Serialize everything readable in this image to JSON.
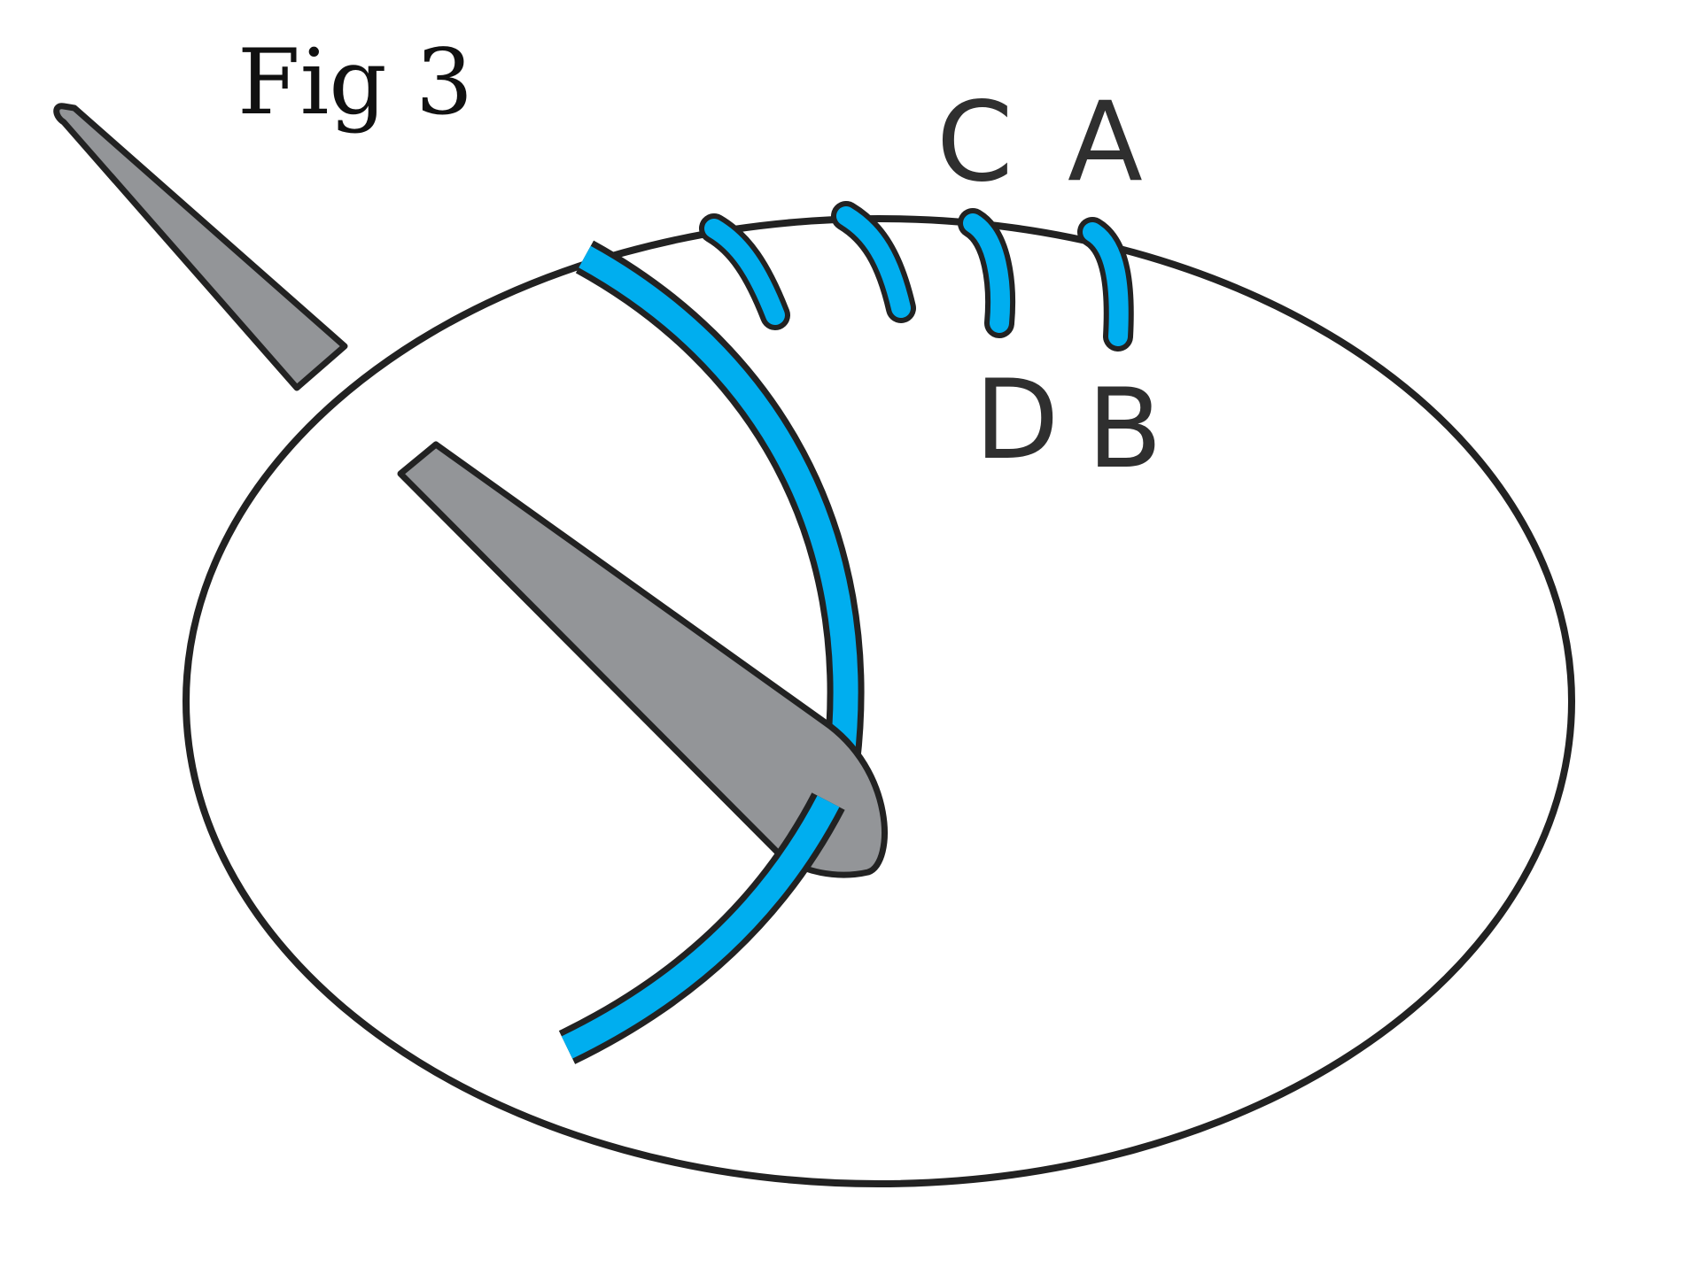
{
  "figure": {
    "title": "Fig 3",
    "labels": {
      "a": "A",
      "b": "B",
      "c": "C",
      "d": "D"
    },
    "colors": {
      "outline": "#222222",
      "thread": "#00aeef",
      "needle": "#939598",
      "background": "#ffffff"
    },
    "icons": {
      "needle": "needle-icon",
      "fabric": "fabric-hoop",
      "thread": "thread-stitch"
    }
  }
}
